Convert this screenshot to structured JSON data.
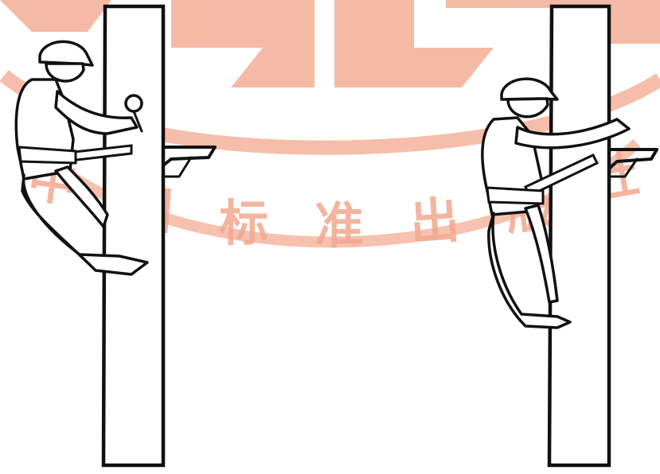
{
  "watermark": {
    "text": "中国标准出版社",
    "color": "#f2a98f",
    "chars": [
      "中",
      "国",
      "标",
      "准",
      "出",
      "版",
      "社"
    ]
  },
  "figures": [
    {
      "id": "left",
      "description_visible": false
    },
    {
      "id": "right",
      "description_visible": false
    }
  ]
}
